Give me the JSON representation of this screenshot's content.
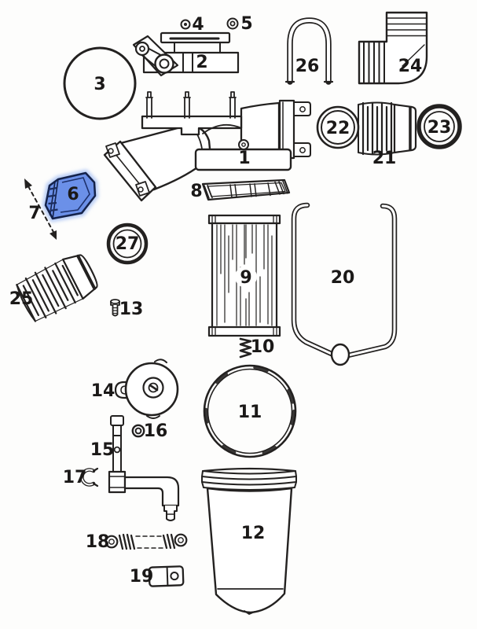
{
  "diagram": {
    "background": "#fdfdfc",
    "line_color": "#232120",
    "label_color": "#1b1918",
    "highlight": {
      "part_num": "6",
      "fill": "#6b90e8",
      "edge": "#14224a",
      "glow": "#b9cdf5"
    },
    "parts": [
      {
        "num": "1"
      },
      {
        "num": "2"
      },
      {
        "num": "3"
      },
      {
        "num": "4"
      },
      {
        "num": "5"
      },
      {
        "num": "6"
      },
      {
        "num": "7"
      },
      {
        "num": "8"
      },
      {
        "num": "9"
      },
      {
        "num": "10"
      },
      {
        "num": "11"
      },
      {
        "num": "12"
      },
      {
        "num": "13"
      },
      {
        "num": "14"
      },
      {
        "num": "15"
      },
      {
        "num": "16"
      },
      {
        "num": "17"
      },
      {
        "num": "18"
      },
      {
        "num": "19"
      },
      {
        "num": "20"
      },
      {
        "num": "21"
      },
      {
        "num": "22"
      },
      {
        "num": "23"
      },
      {
        "num": "24"
      },
      {
        "num": "25"
      },
      {
        "num": "26"
      },
      {
        "num": "27"
      }
    ]
  }
}
